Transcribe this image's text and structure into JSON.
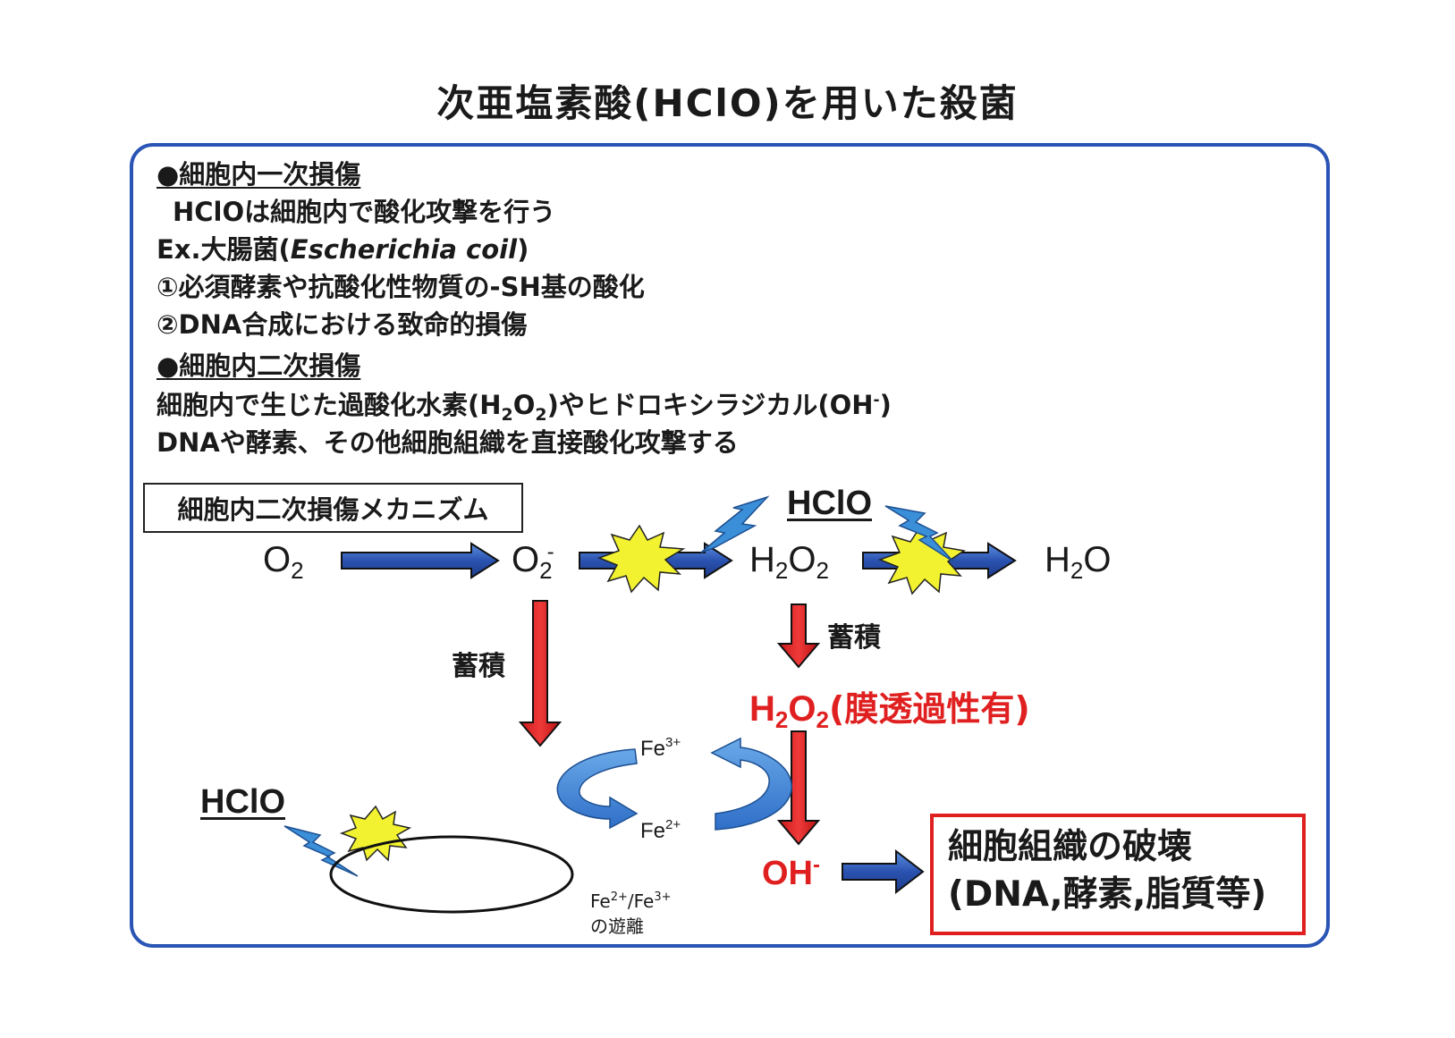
{
  "title": "次亜塩素酸(HClO)を用いた殺菌",
  "primary": {
    "heading": "●細胞内一次損傷",
    "line1": "HClOは細胞内で酸化攻撃を行う",
    "example_prefix": "Ex.大腸菌(",
    "example_species": "Escherichia coil",
    "example_suffix": ")",
    "item1": "①必須酵素や抗酸化性物質の-SH基の酸化",
    "item2": "②DNA合成における致命的損傷"
  },
  "secondary": {
    "heading": "●細胞内二次損傷",
    "line1_a": "細胞内で生じた過酸化水素(H",
    "line1_sub1": "2",
    "line1_b": "O",
    "line1_sub2": "2",
    "line1_c": ")やヒドロキシラジカル(OH",
    "line1_sup": "-",
    "line1_d": ")",
    "line2": "DNAや酵素、その他細胞組織を直接酸化攻撃する"
  },
  "mechanism": {
    "box_label": "細胞内二次損傷メカニズム",
    "o2": {
      "base": "O",
      "sub": "2"
    },
    "superoxide": {
      "base": "O",
      "sub": "2",
      "sup": "-"
    },
    "h2o2": {
      "a": "H",
      "sub1": "2",
      "b": "O",
      "sub2": "2"
    },
    "h2o": {
      "a": "H",
      "sub": "2",
      "b": "O"
    },
    "hclo_top": "HClO",
    "hclo_left": "HClO",
    "accumulate_left": "蓄積",
    "accumulate_right": "蓄積",
    "h2o2_red": {
      "a": "H",
      "sub1": "2",
      "b": "O",
      "sub2": "2",
      "note": "(膜透過性有)"
    },
    "fe3": {
      "base": "Fe",
      "sup": "3+"
    },
    "fe2": {
      "base": "Fe",
      "sup": "2+"
    },
    "fe_release": {
      "a": "Fe",
      "sup1": "2+",
      "b": "/Fe",
      "sup2": "3+",
      "line2": "の遊離"
    },
    "oh": {
      "base": "OH",
      "sup": "-"
    },
    "result_line1": "細胞組織の破壊",
    "result_line2": "(DNA,酵素,脂質等)"
  },
  "colors": {
    "panel_border": "#2a55b5",
    "blue_arrow": "#2f5fb8",
    "red_arrow": "#e02020",
    "burst": "#f2f230",
    "lightning": "#3b8fd8",
    "red_text": "#e02020"
  }
}
